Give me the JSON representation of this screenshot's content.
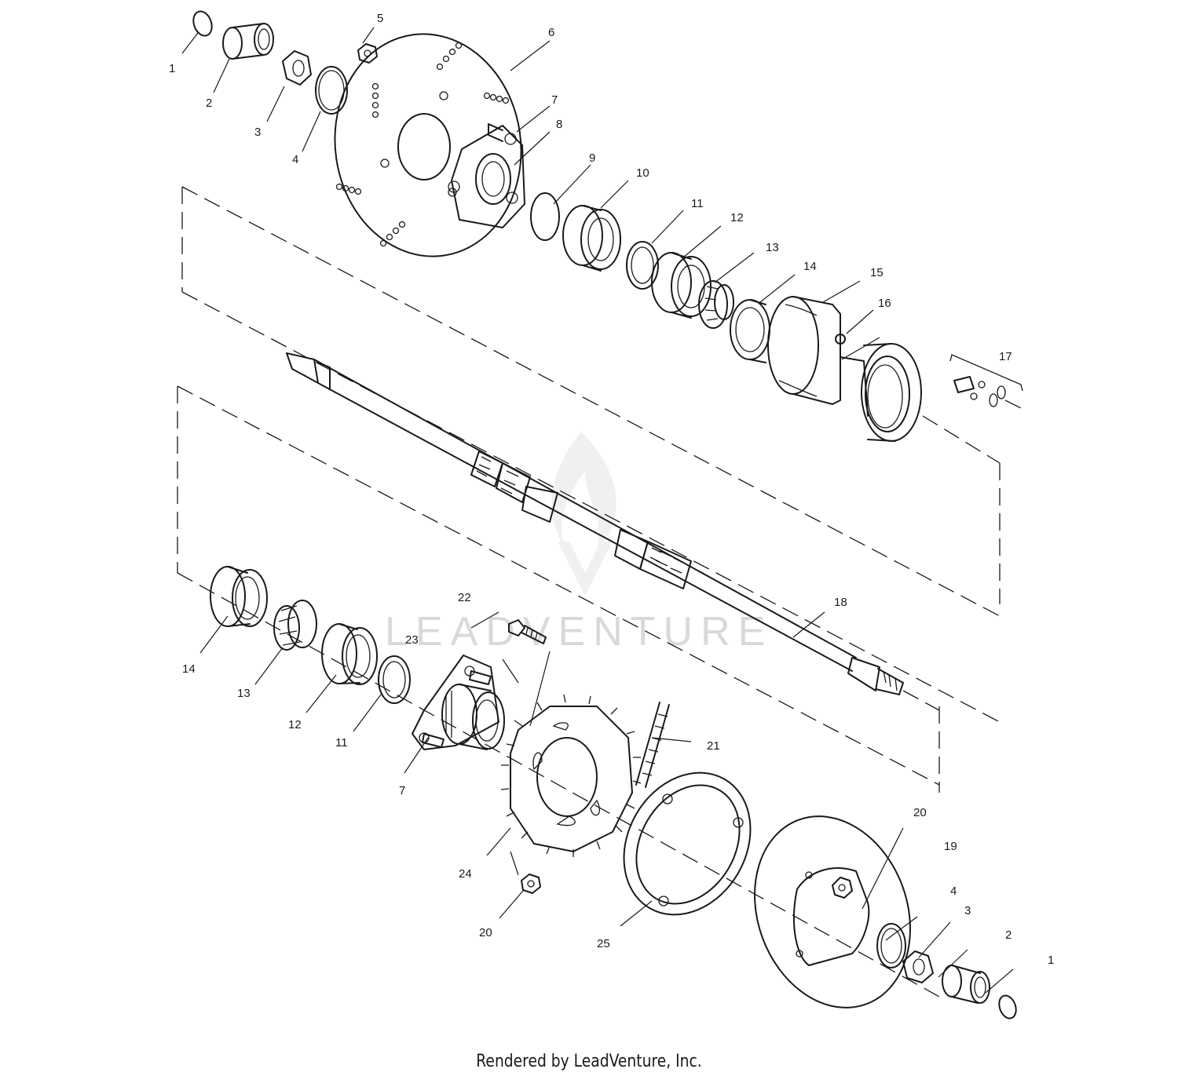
{
  "watermark": {
    "text": "LEADVENTURE",
    "color": "#d9d9d9"
  },
  "footer": {
    "credit": "Rendered by LeadVenture, Inc."
  },
  "callouts": {
    "c1a": "1",
    "c2a": "2",
    "c3a": "3",
    "c4a": "4",
    "c5": "5",
    "c6": "6",
    "c7a": "7",
    "c8": "8",
    "c9": "9",
    "c10": "10",
    "c11a": "11",
    "c12a": "12",
    "c13a": "13",
    "c14a": "14",
    "c15": "15",
    "c16": "16",
    "c17": "17",
    "c18": "18",
    "c14b": "14",
    "c13b": "13",
    "c12b": "12",
    "c11b": "11",
    "c22": "22",
    "c23": "23",
    "c7b": "7",
    "c21": "21",
    "c24": "24",
    "c20a": "20",
    "c20b": "20",
    "c25": "25",
    "c19": "19",
    "c4b": "4",
    "c3b": "3",
    "c2b": "2",
    "c1b": "1"
  },
  "icons": [
    "leadventure-flame-logo-icon"
  ]
}
